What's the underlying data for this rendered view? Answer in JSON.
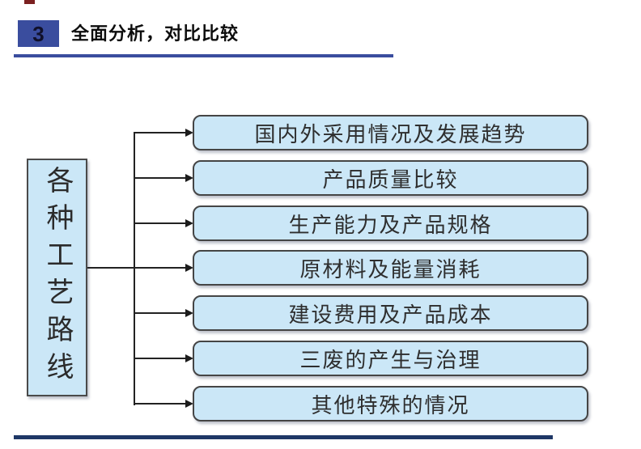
{
  "header": {
    "number": "3",
    "title": "全面分析，对比比较",
    "badge_color": "#3a4d9e",
    "underline_color": "#3a4d9e"
  },
  "artifact_color": "#7b2020",
  "diagram": {
    "root": {
      "label": "各种工艺路线"
    },
    "branches": [
      {
        "label": "国内外采用情况及发展趋势"
      },
      {
        "label": "产品质量比较"
      },
      {
        "label": "生产能力及产品规格"
      },
      {
        "label": "原材料及能量消耗"
      },
      {
        "label": "建设费用及产品成本"
      },
      {
        "label": "三废的产生与治理"
      },
      {
        "label": "其他特殊的情况"
      }
    ],
    "box_fill_color": "#cbe7f7",
    "box_border_color": "#454545",
    "connector_color": "#222222"
  },
  "footer": {
    "line_color": "#1e3766"
  }
}
